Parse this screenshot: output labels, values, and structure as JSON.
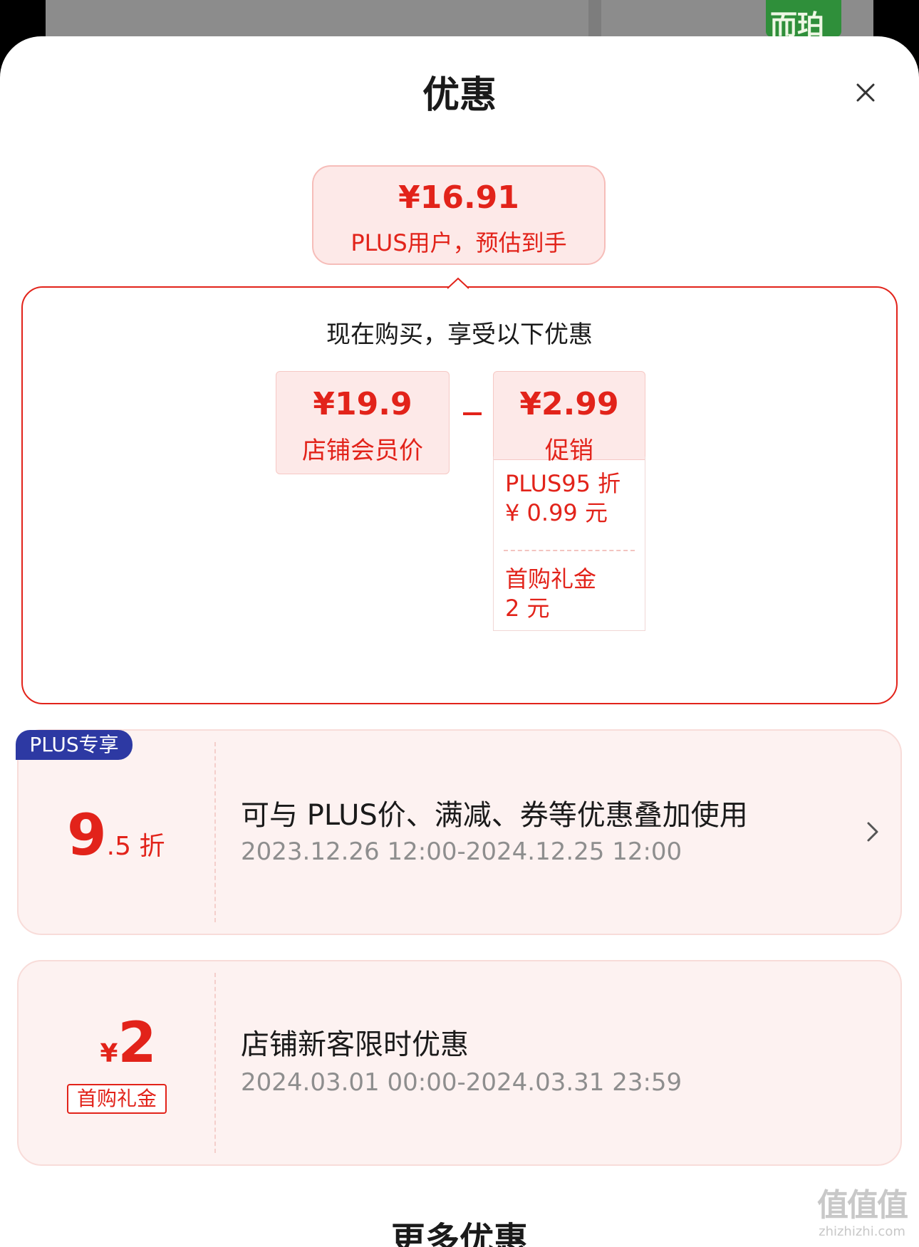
{
  "backdrop": {
    "product_label": "而珀"
  },
  "header": {
    "title": "优惠"
  },
  "estimate": {
    "price": "¥16.91",
    "label": "PLUS用户，预估到手"
  },
  "breakdown": {
    "heading": "现在购买，享受以下优惠",
    "member_price": {
      "amount": "¥19.9",
      "label": "店铺会员价"
    },
    "operator": "−",
    "promo": {
      "amount": "¥2.99",
      "label": "促销"
    },
    "promo_items": [
      {
        "line1": "PLUS95 折",
        "line2": "¥ 0.99 元"
      },
      {
        "line1": "首购礼金",
        "line2": "2 元"
      }
    ]
  },
  "coupons": [
    {
      "badge": "PLUS专享",
      "value_big": "9",
      "value_small": ".5 折",
      "description": "可与 PLUS价、满减、券等优惠叠加使用",
      "validity": "2023.12.26 12:00-2024.12.25 12:00"
    },
    {
      "currency": "¥",
      "value_big": "2",
      "tag": "首购礼金",
      "description": "店铺新客限时优惠",
      "validity": "2024.03.01 00:00-2024.03.31 23:59"
    }
  ],
  "more": {
    "title": "更多优惠"
  },
  "watermark": {
    "logo": "值值值",
    "site": "zhizhizhi.com"
  },
  "colors": {
    "accent": "#e2231a",
    "pink_bg": "#fde9e8",
    "plus_blue": "#2d39a3"
  },
  "icons": {
    "close": "close-icon",
    "chevron": "chevron-right-icon"
  }
}
